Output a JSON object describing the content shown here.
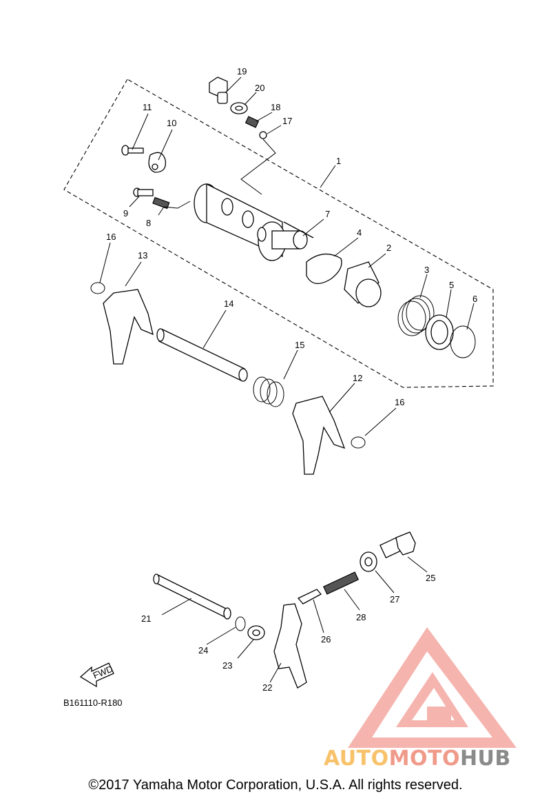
{
  "callouts": {
    "c1": "1",
    "c2": "2",
    "c3": "3",
    "c4": "4",
    "c5": "5",
    "c6": "6",
    "c7": "7",
    "c8": "8",
    "c9": "9",
    "c10": "10",
    "c11": "11",
    "c12": "12",
    "c13": "13",
    "c14": "14",
    "c15": "15",
    "c16a": "16",
    "c16b": "16",
    "c17": "17",
    "c18": "18",
    "c19": "19",
    "c20": "20",
    "c21": "21",
    "c22": "22",
    "c23": "23",
    "c24": "24",
    "c25": "25",
    "c26": "26",
    "c27": "27",
    "c28": "28"
  },
  "fwd_label": "FWD",
  "reference_code": "B161110-R180",
  "watermark": {
    "word1": "AUTO",
    "word2": "MOTO",
    "word3": "HUB"
  },
  "copyright": "©2017 Yamaha Motor Corporation, U.S.A. All rights reserved.",
  "colors": {
    "logo_fill": "#f4a8a0",
    "brand_auto": "#f8c26a",
    "brand_moto": "#f09a8a",
    "brand_hub": "#8a8a8a"
  }
}
